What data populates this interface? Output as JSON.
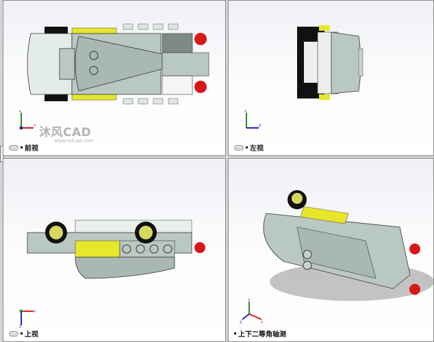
{
  "viewports": [
    {
      "id": "front",
      "label": "前视",
      "triad": {
        "up": "Y",
        "right": "X"
      }
    },
    {
      "id": "left",
      "label": "左视",
      "triad": {
        "up": "Y",
        "right": "Z"
      }
    },
    {
      "id": "top",
      "label": "上视",
      "triad": {
        "down": "Z",
        "right": "X"
      }
    },
    {
      "id": "iso",
      "label": "上下二等角轴测",
      "triad": {
        "up": "Y",
        "right": "X",
        "left": "Z"
      }
    }
  ],
  "watermark": {
    "brand": "沐风CAD",
    "url": "www.mfcad.com"
  },
  "colors": {
    "body": "#b9c8c0",
    "yellow": "#e6e62a",
    "red": "#d81818",
    "tire": "#111111",
    "light": "#e8efec"
  }
}
